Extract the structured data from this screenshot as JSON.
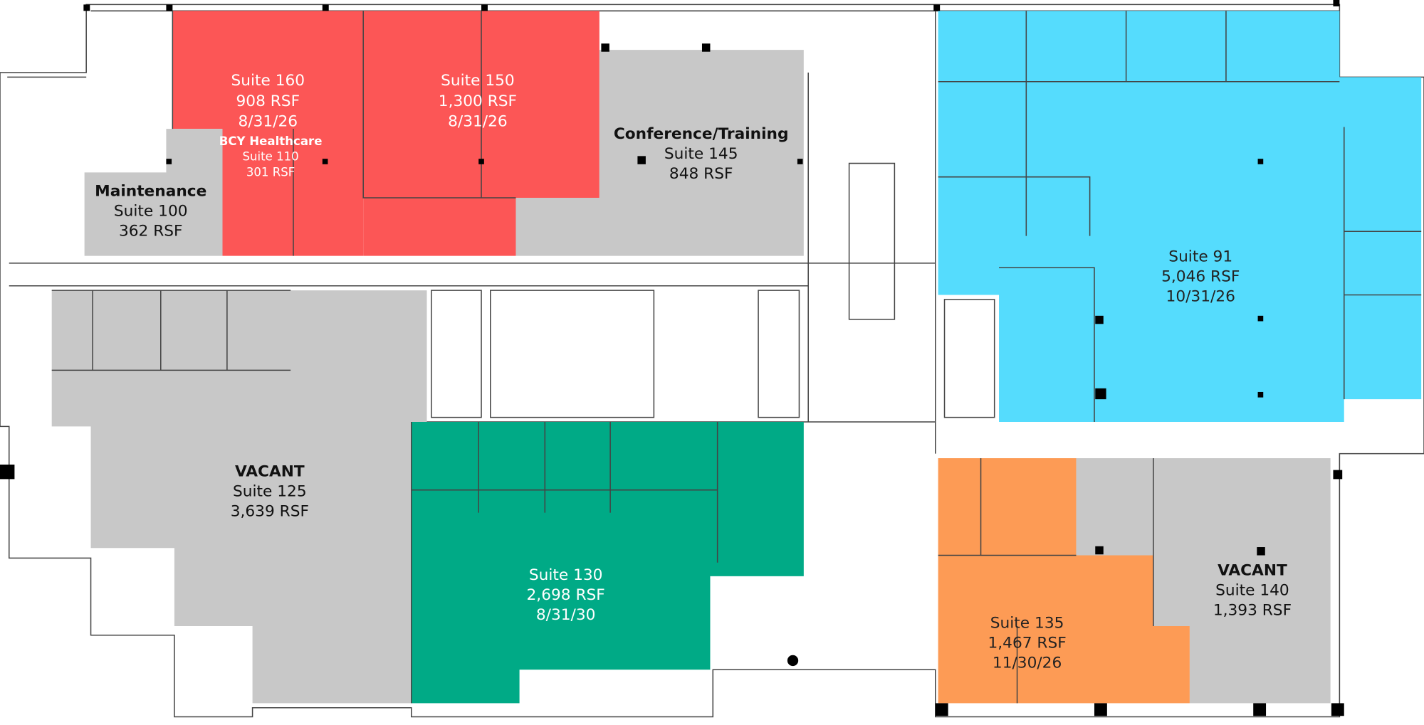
{
  "colors": {
    "leased_red": "#fc5656",
    "vacant_grey": "#c8c8c8",
    "suite91_cyan": "#55dcfd",
    "suite130_green": "#00aa86",
    "suite135_orange": "#fd9b55"
  },
  "suites": {
    "s160": {
      "name": "Suite 160",
      "rsf": "908 RSF",
      "date": "8/31/26"
    },
    "s150": {
      "name": "Suite 150",
      "rsf": "1,300 RSF",
      "date": "8/31/26"
    },
    "s110": {
      "tenant": "BCY Healthcare",
      "name": "Suite 110",
      "rsf": "301 RSF"
    },
    "s100": {
      "tenant": "Maintenance",
      "name": "Suite 100",
      "rsf": "362 RSF"
    },
    "s145": {
      "tenant": "Conference/Training",
      "name": "Suite 145",
      "rsf": "848 RSF"
    },
    "s91": {
      "name": "Suite 91",
      "rsf": "5,046 RSF",
      "date": "10/31/26"
    },
    "s125": {
      "tenant": "VACANT",
      "name": "Suite 125",
      "rsf": "3,639 RSF"
    },
    "s130": {
      "name": "Suite 130",
      "rsf": "2,698 RSF",
      "date": "8/31/30"
    },
    "s135": {
      "name": "Suite 135",
      "rsf": "1,467 RSF",
      "date": "11/30/26"
    },
    "s140": {
      "tenant": "VACANT",
      "name": "Suite 140",
      "rsf": "1,393 RSF"
    }
  }
}
